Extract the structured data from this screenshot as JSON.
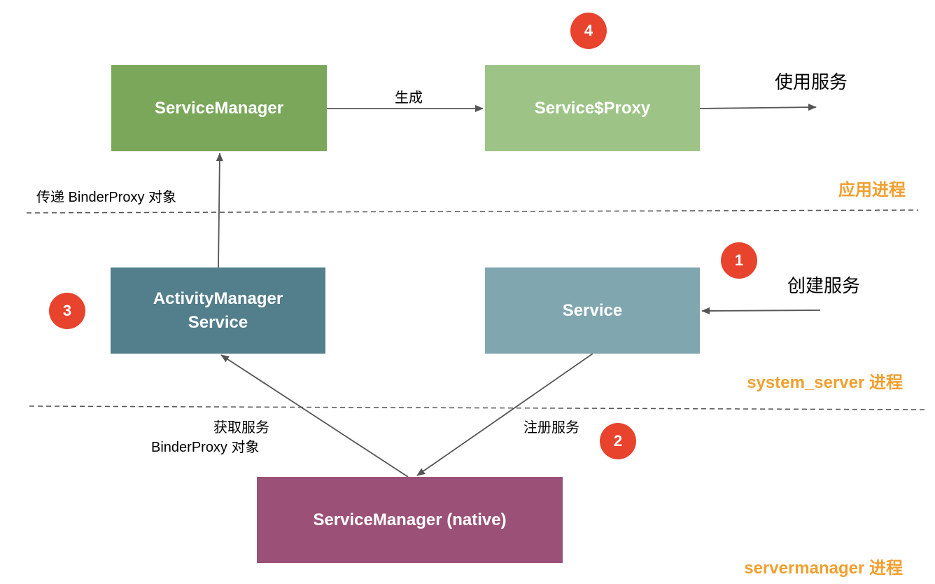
{
  "nodes": {
    "service_manager": {
      "label": "ServiceManager",
      "color": "#7aa75a"
    },
    "service_proxy": {
      "label": "Service$Proxy",
      "color": "#9dc486"
    },
    "activity_manager": {
      "line1": "ActivityManager",
      "line2": "Service",
      "color": "#537e8c"
    },
    "service": {
      "label": "Service",
      "color": "#80a6b0"
    },
    "service_manager_native": {
      "label": "ServiceManager (native)",
      "color": "#9b5177"
    }
  },
  "edges": {
    "generate": "生成",
    "use_service": "使用服务",
    "pass_binder": "传递 BinderProxy 对象",
    "create_service": "创建服务",
    "get_service_line1": "获取服务",
    "get_service_line2": "BinderProxy 对象",
    "register_service": "注册服务"
  },
  "zones": {
    "app_process": "应用进程",
    "system_server": "system_server 进程",
    "servermanager": "servermanager 进程"
  },
  "steps": [
    "1",
    "2",
    "3",
    "4"
  ],
  "colors": {
    "badge": "#e8432d",
    "zone_text": "#f0a030",
    "arrow": "#555555"
  }
}
